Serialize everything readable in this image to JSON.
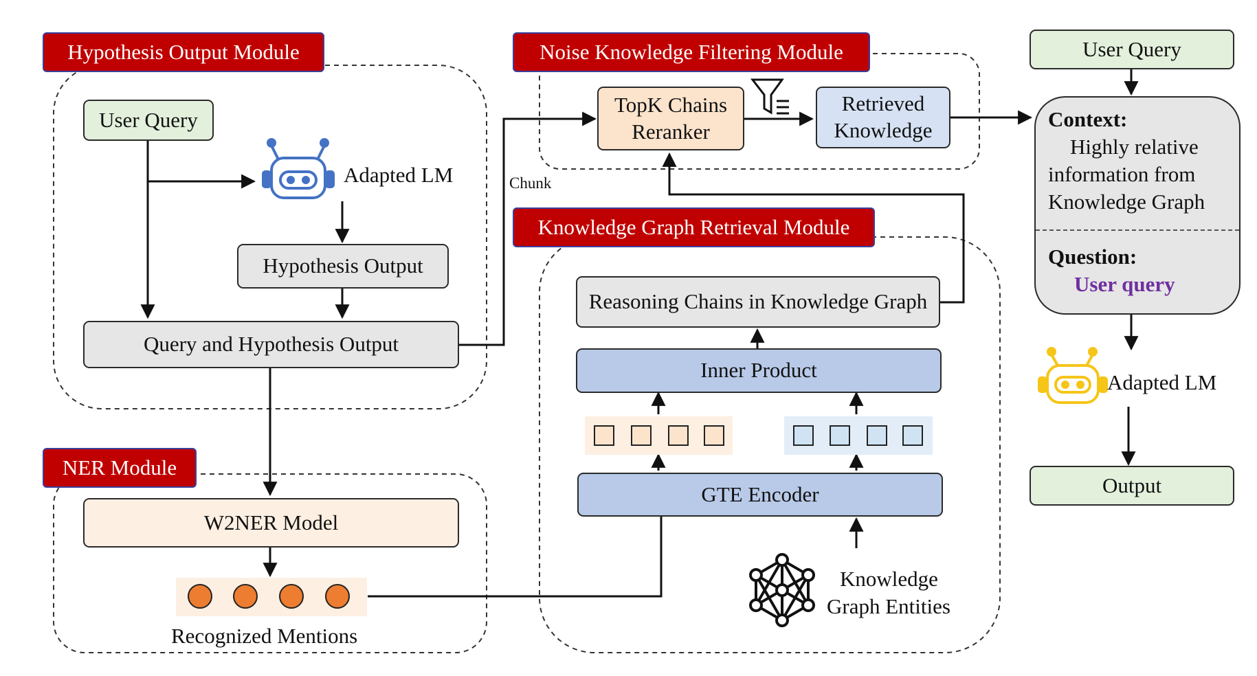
{
  "modules": {
    "hypothesis": "Hypothesis Output Module",
    "noise": "Noise Knowledge Filtering Module",
    "kg_retrieval": "Knowledge Graph Retrieval Module",
    "ner": "NER Module"
  },
  "left": {
    "user_query": "User Query",
    "adapted_lm": "Adapted LM",
    "hypothesis_output": "Hypothesis Output",
    "query_and_hypothesis": "Query and Hypothesis Output",
    "w2ner": "W2NER Model",
    "recognized_mentions": "Recognized Mentions",
    "chunk": "Chunk"
  },
  "middle": {
    "reranker_line1": "TopK Chains",
    "reranker_line2": "Reranker",
    "retrieved_line1": "Retrieved",
    "retrieved_line2": "Knowledge",
    "reasoning_chains": "Reasoning Chains in Knowledge Graph",
    "inner_product": "Inner Product",
    "gte_encoder": "GTE Encoder",
    "kg_entities_line1": "Knowledge",
    "kg_entities_line2": "Graph Entities"
  },
  "right": {
    "user_query": "User Query",
    "context_label": "Context:",
    "context_line1": "Highly relative",
    "context_line2": "information from",
    "context_line3": "Knowledge Graph",
    "question_label": "Question:",
    "question_value": "User query",
    "adapted_lm": "Adapted LM",
    "output": "Output"
  },
  "colors": {
    "tag_red": "#c00000",
    "green": "#e3f0dc",
    "gray": "#e6e6e6",
    "peach": "#fbe3cc",
    "blue": "#b8cae8",
    "robot_blue": "#4472c4",
    "robot_yellow": "#f5c518",
    "mention_orange": "#ed7d31",
    "question_purple": "#7030a0"
  },
  "icons": {
    "robot": "robot-icon",
    "filter": "filter-icon",
    "graph": "knowledge-graph-icon"
  }
}
